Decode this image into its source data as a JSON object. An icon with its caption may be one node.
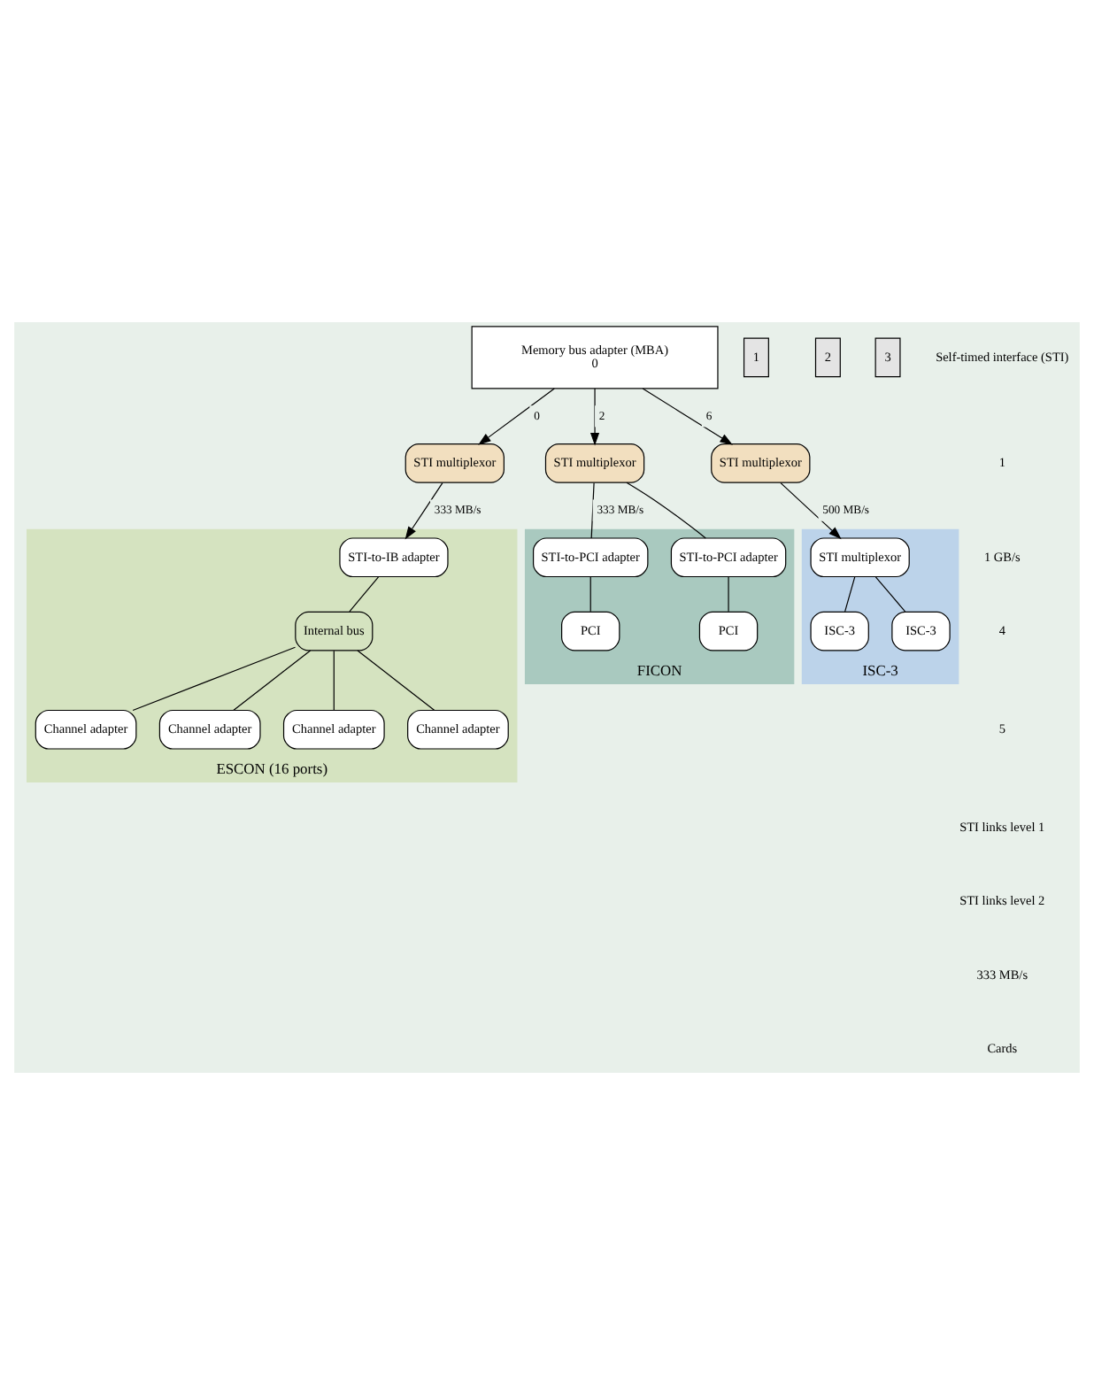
{
  "diagram": {
    "nodes": [
      {
        "text": [
          "Memory bus adapter (MBA)",
          "0"
        ]
      },
      {
        "text": [
          "1"
        ]
      },
      {
        "text": [
          "2"
        ]
      },
      {
        "text": [
          "3"
        ]
      },
      {
        "text": [
          "STI multiplexor"
        ]
      },
      {
        "text": [
          "STI multiplexor"
        ]
      },
      {
        "text": [
          "STI multiplexor"
        ]
      },
      {
        "text": [
          "ESCON (16 ports)"
        ]
      },
      {
        "text": [
          "STI-to-IB adapter"
        ],
        "in": 7
      },
      {
        "text": [
          "Channel adapter"
        ],
        "in": 7
      },
      {
        "text": [
          "Channel adapter"
        ],
        "in": 7
      },
      {
        "text": [
          "Channel adapter"
        ],
        "in": 7
      },
      {
        "text": [
          "Channel adapter"
        ],
        "in": 7
      },
      {
        "text": [
          "Internal bus"
        ],
        "in": 7
      },
      {
        "text": [
          "FICON"
        ]
      },
      {
        "text": [
          "STI-to-PCI adapter"
        ],
        "in": 14
      },
      {
        "text": [
          "STI-to-PCI adapter"
        ],
        "in": 14
      },
      {
        "text": [
          "PCI"
        ],
        "in": 14
      },
      {
        "text": [
          "PCI"
        ],
        "in": 14
      },
      {
        "text": [
          "ISC-3"
        ]
      },
      {
        "text": [
          "STI multiplexor"
        ],
        "in": 19
      },
      {
        "text": [
          "ISC-3"
        ],
        "in": 19
      },
      {
        "text": [
          "ISC-3"
        ],
        "in": 19
      }
    ],
    "edges": [
      {
        "from": 0,
        "to": 4,
        "arrow": "to",
        "label": "0"
      },
      {
        "from": 0,
        "to": 5,
        "arrow": "to",
        "label": "2"
      },
      {
        "from": 0,
        "to": 6,
        "arrow": "to",
        "label": "6"
      },
      {
        "from": 4,
        "to": 8,
        "arrow": "to",
        "label": "333 MB/s"
      },
      {
        "from": 5,
        "to": 15,
        "arrow": "none",
        "label": "333 MB/s"
      },
      {
        "from": 5,
        "to": 16,
        "arrow": "none"
      },
      {
        "from": 6,
        "to": 20,
        "arrow": "to",
        "label": "500 MB/s"
      },
      {
        "from": 8,
        "to": 13,
        "arrow": "none"
      },
      {
        "from": 13,
        "to": 9,
        "arrow": "none"
      },
      {
        "from": 13,
        "to": 10,
        "arrow": "none"
      },
      {
        "from": 13,
        "to": 11,
        "arrow": "none"
      },
      {
        "from": 13,
        "to": 12,
        "arrow": "none"
      },
      {
        "from": 15,
        "to": 17,
        "arrow": "none"
      },
      {
        "from": 16,
        "to": 18,
        "arrow": "none"
      },
      {
        "from": 20,
        "to": 21,
        "arrow": "none"
      },
      {
        "from": 20,
        "to": 22,
        "arrow": "none"
      }
    ],
    "labels": [
      "Self-timed interface (STI)",
      "1",
      "1 GB/s",
      "4",
      "5",
      "STI links level 1",
      "STI links level 2",
      "333 MB/s",
      "Cards"
    ]
  }
}
